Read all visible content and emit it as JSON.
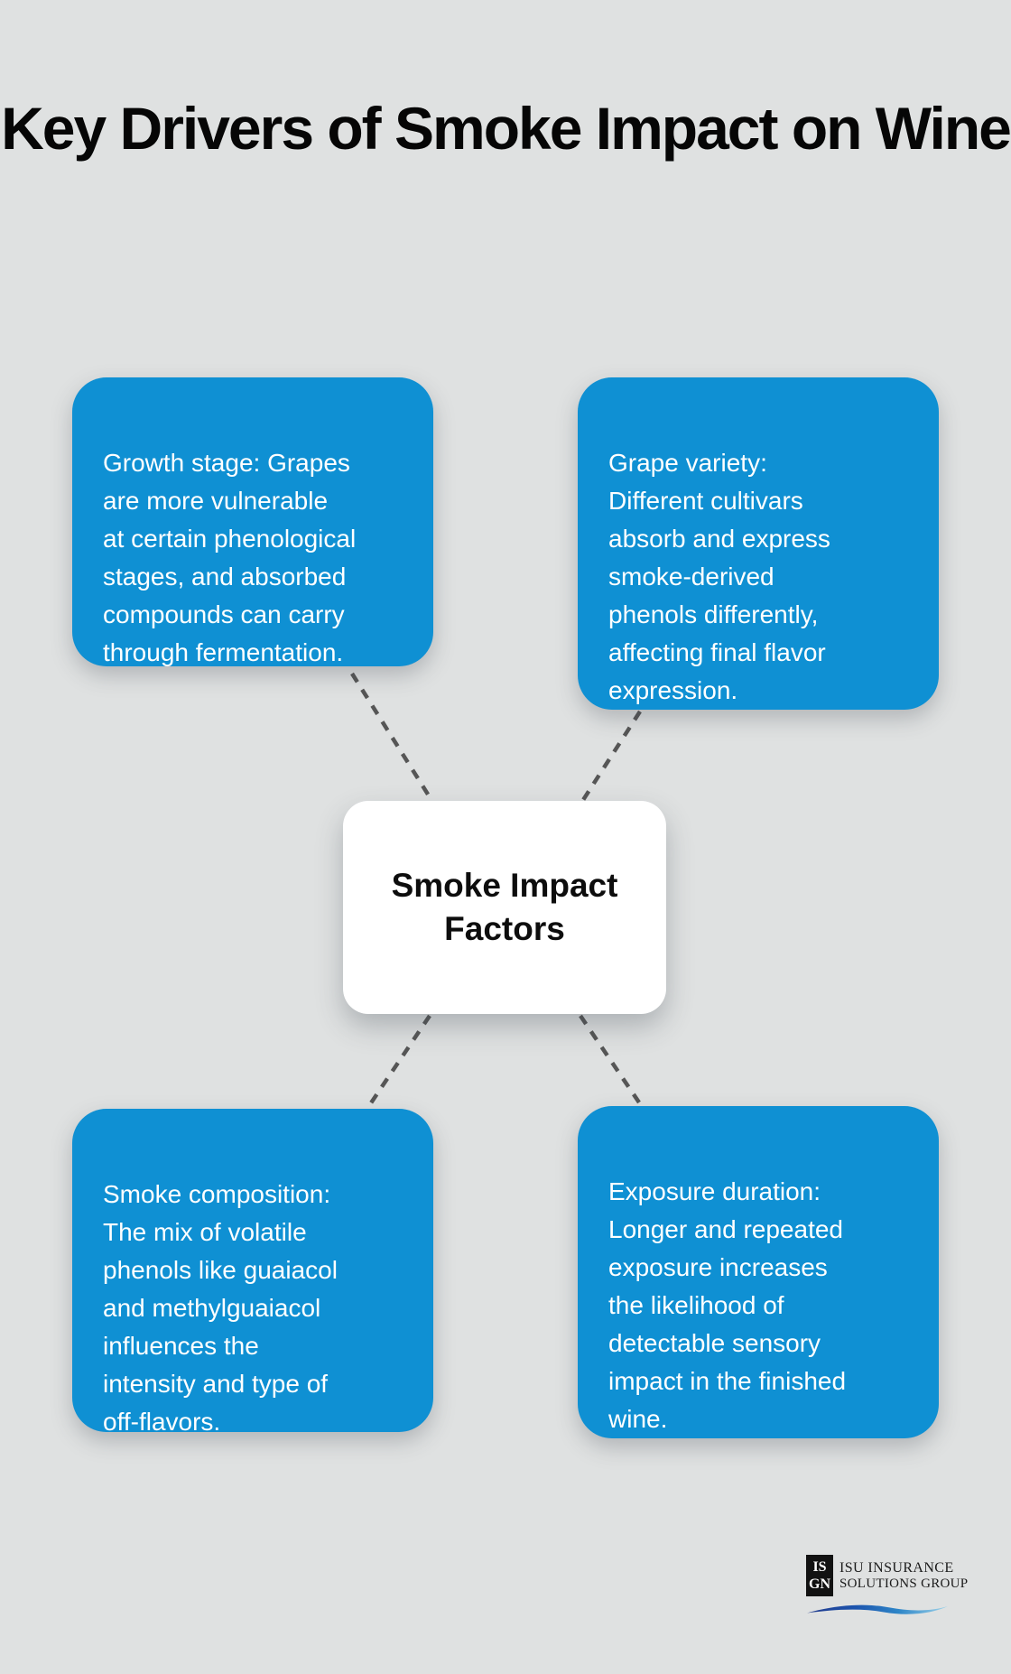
{
  "title": "Key Drivers of Smoke Impact on Wine",
  "center_node": {
    "label": "Smoke Impact Factors"
  },
  "factors": [
    {
      "id": "growth-stage",
      "position": "top-left",
      "text": "Growth stage: Grapes\nare more vulnerable\nat certain phenological\nstages, and absorbed\ncompounds can carry\nthrough fermentation."
    },
    {
      "id": "grape-variety",
      "position": "top-right",
      "text": "Grape variety:\nDifferent cultivars\nabsorb and express\nsmoke-derived\nphenols differently,\naffecting final flavor\nexpression."
    },
    {
      "id": "smoke-composition",
      "position": "bottom-left",
      "text": "Smoke composition:\nThe mix of volatile\nphenols like guaiacol\nand methylguaiacol\ninfluences the\nintensity and type of\noff-flavors."
    },
    {
      "id": "exposure-duration",
      "position": "bottom-right",
      "text": "Exposure duration:\nLonger and repeated\nexposure increases\nthe likelihood of\ndetectable sensory\nimpact in the finished\nwine."
    }
  ],
  "footer_logo": {
    "mark_top": "IS",
    "mark_bottom": "GN",
    "line1": "ISU INSURANCE",
    "line2": "SOLUTIONS GROUP"
  },
  "colors": {
    "background": "#dfe1e1",
    "factor_box_blue": "#0f90d3",
    "factor_text": "#ffffff",
    "center_bg": "#ffffff",
    "center_text": "#0d0d0d",
    "connector_dash": "#565656",
    "title_text": "#060606",
    "logo_text": "#1b1b1b",
    "logo_mark_bg": "#121212",
    "swoosh_navy": "#223a8c",
    "swoosh_blue": "#2e86c8",
    "swoosh_light": "#9fd4ea"
  }
}
